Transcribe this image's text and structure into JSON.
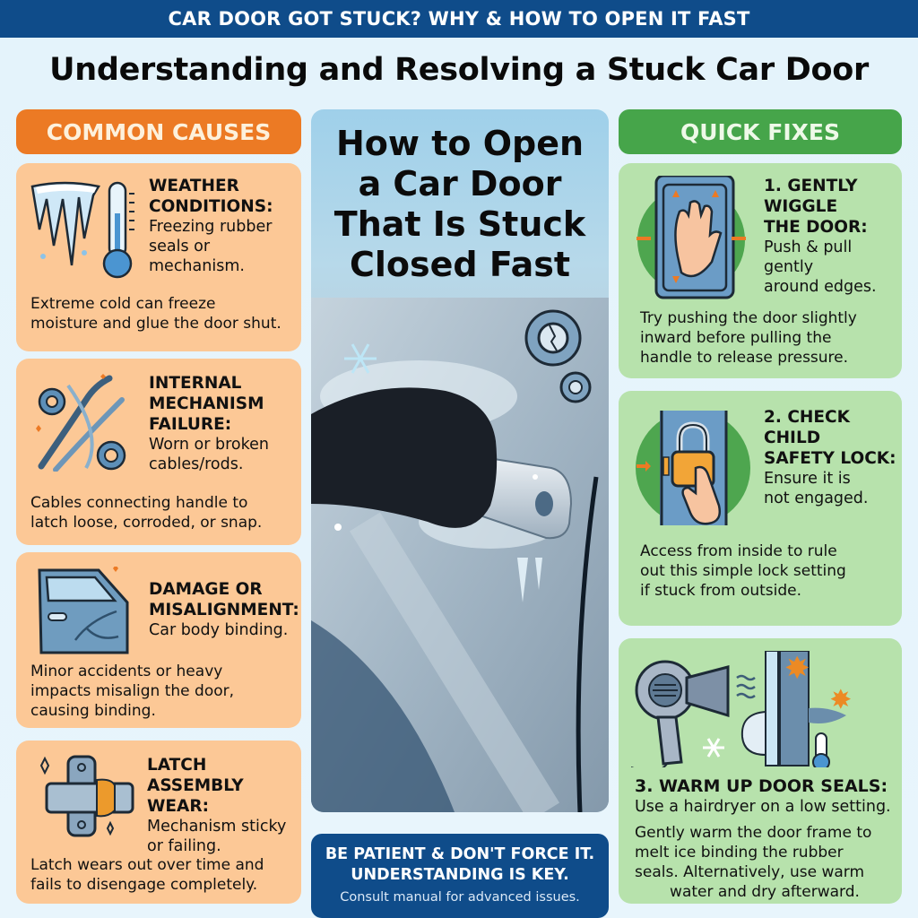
{
  "banner": {
    "text": "CAR DOOR GOT STUCK? WHY & HOW TO OPEN IT FAST"
  },
  "main_title": "Understanding and Resolving a Stuck Car Door",
  "colors": {
    "banner_blue": "#0f4c8a",
    "causes_orange": "#ec7a24",
    "causes_card": "#fcc896",
    "fixes_green": "#46a54a",
    "fixes_card": "#b7e2ac",
    "background": "#e4f3fb"
  },
  "causes": {
    "header": "COMMON CAUSES",
    "items": [
      {
        "icon": "icicle-thermometer-icon",
        "title_lines": [
          "WEATHER",
          "CONDITIONS:"
        ],
        "sub_lines": [
          "Freezing rubber",
          "seals or",
          "mechanism."
        ],
        "desc_lines": [
          "Extreme cold can freeze",
          "moisture and glue the door shut."
        ]
      },
      {
        "icon": "gears-cables-icon",
        "title_lines": [
          "INTERNAL",
          "MECHANISM",
          "FAILURE:"
        ],
        "sub_lines": [
          "Worn or broken",
          "cables/rods."
        ],
        "desc_lines": [
          "Cables connecting handle to",
          "latch loose, corroded, or snap."
        ]
      },
      {
        "icon": "damaged-door-icon",
        "title_lines": [
          "DAMAGE OR",
          "MISALIGNMENT:"
        ],
        "sub_lines": [
          "Car body binding."
        ],
        "desc_lines": [
          "Minor accidents or heavy",
          "impacts misalign the door,",
          "causing binding."
        ]
      },
      {
        "icon": "latch-icon",
        "title_lines": [
          "LATCH ASSEMBLY",
          "WEAR:"
        ],
        "sub_lines": [
          "Mechanism sticky",
          "or failing."
        ],
        "desc_lines": [
          "Latch wears out over time and",
          "fails to disengage completely."
        ]
      }
    ]
  },
  "center": {
    "title_lines": [
      "How to Open",
      "a Car Door",
      "That Is Stuck",
      "Closed Fast"
    ],
    "illustration": "gloved-hand-frozen-door-handle",
    "footer": {
      "line1": "BE PATIENT & DON'T FORCE IT.",
      "line2": "UNDERSTANDING IS KEY.",
      "line3": "Consult manual for advanced issues."
    }
  },
  "fixes": {
    "header": "QUICK FIXES",
    "items": [
      {
        "icon": "hand-push-door-icon",
        "title_lines": [
          "1. GENTLY",
          "WIGGLE",
          "THE DOOR:"
        ],
        "sub_lines": [
          "Push & pull",
          "gently",
          "around edges."
        ],
        "desc_lines": [
          "Try pushing the door slightly",
          "inward before pulling the",
          "handle to release pressure."
        ]
      },
      {
        "icon": "child-lock-icon",
        "title_lines": [
          "2. CHECK",
          "CHILD",
          "SAFETY LOCK:"
        ],
        "sub_lines": [
          "Ensure it is",
          "not engaged."
        ],
        "desc_lines": [
          "Access from inside to rule",
          "out this simple lock setting",
          "if stuck from outside."
        ]
      },
      {
        "icon": "hairdryer-door-seal-icon",
        "title_lines": [
          "3. WARM UP DOOR SEALS:"
        ],
        "sub_lines": [
          "Use a hairdryer on a low setting."
        ],
        "desc_lines": [
          "Gently warm the door frame to",
          "melt ice binding the rubber",
          "seals. Alternatively, use warm",
          "water and dry afterward."
        ]
      }
    ]
  }
}
